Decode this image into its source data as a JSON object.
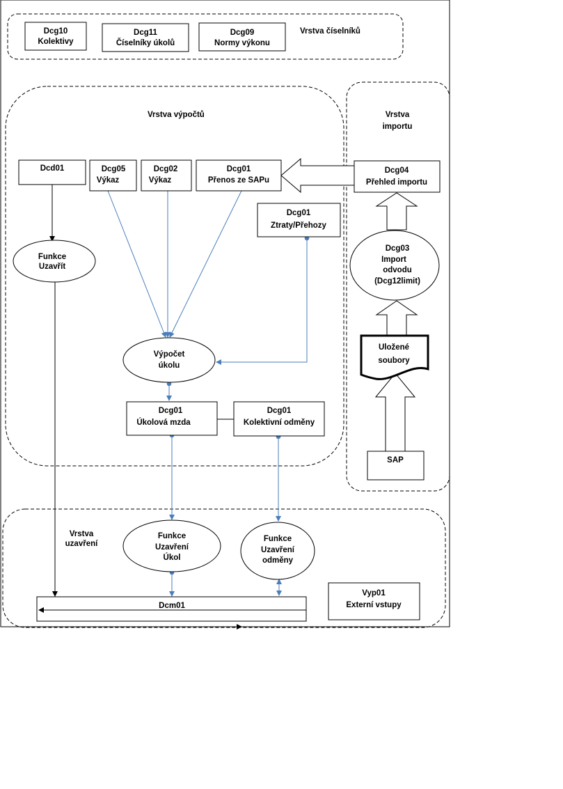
{
  "layers": {
    "ciselniky": "Vrstva číselníků",
    "vypoctu": "Vrstva výpočtů",
    "importu": [
      "Vrstva",
      "importu"
    ],
    "uzavreni": [
      "Vrstva",
      "uzavření"
    ]
  },
  "nodes": {
    "dcg10": [
      "Dcg10",
      "Kolektivy"
    ],
    "dcg11": [
      "Dcg11",
      "Číselníky úkolů"
    ],
    "dcg09": [
      "Dcg09",
      "Normy výkonu"
    ],
    "dcd01": [
      "Dcd01"
    ],
    "dcg05": [
      "Dcg05",
      "Výkaz"
    ],
    "dcg02": [
      "Dcg02",
      "Výkaz"
    ],
    "dcg01_prenos": [
      "Dcg01",
      "Přenos ze SAPu"
    ],
    "dcg04": [
      "Dcg04",
      "Přehled importu"
    ],
    "dcg01_ztraty": [
      "Dcg01",
      "Ztraty/Přehozy"
    ],
    "funkce_uzavrit": [
      "Funkce",
      "Uzavřít"
    ],
    "dcg03": [
      "Dcg03",
      "Import",
      "odvodu",
      "(Dcg12limit)"
    ],
    "vypocet": [
      "Výpočet",
      "úkolu"
    ],
    "ulozene": [
      "Uložené",
      "soubory"
    ],
    "dcg01_ukolova": [
      "Dcg01",
      "Úkolová mzda"
    ],
    "dcg01_kolektivni": [
      "Dcg01",
      "Kolektivní odměny"
    ],
    "sap": [
      "SAP"
    ],
    "funkce_uzavreni_ukol": [
      "Funkce",
      "Uzavření",
      "Úkol"
    ],
    "funkce_uzavreni_odmeny": [
      "Funkce",
      "Uzavření",
      "odměny"
    ],
    "vyp01": [
      "Vyp01",
      "Externí vstupy"
    ],
    "dcm01": [
      "Dcm01"
    ]
  },
  "colors": {
    "flow_blue": "#4a7ebb",
    "outline": "#000000"
  }
}
